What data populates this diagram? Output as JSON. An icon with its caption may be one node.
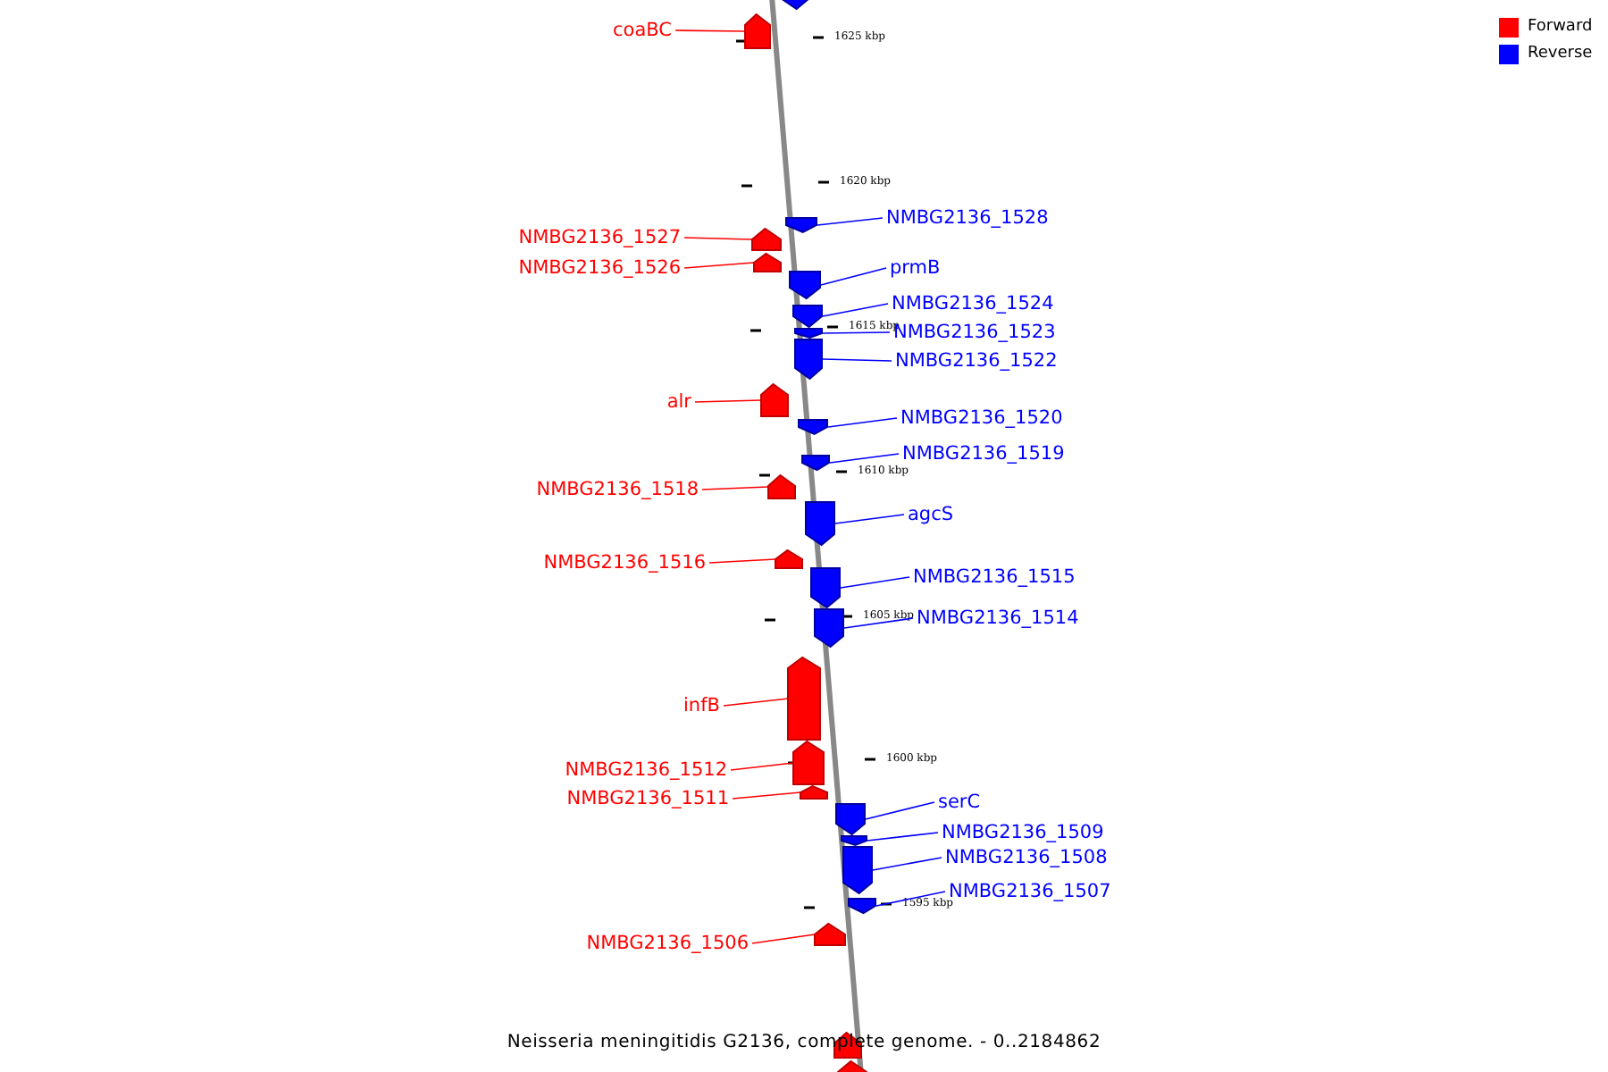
{
  "diagram": {
    "caption": "Neisseria meningitidis G2136, complete genome. - 0..2184862",
    "nodes": [
      {
        "text": [],
        "shape": "pentagon"
      },
      {
        "text": [
          "coaBC"
        ]
      },
      {
        "text": [],
        "shape": "pentagon"
      },
      {
        "text": [
          "NMBG2136_1528"
        ]
      },
      {
        "text": [],
        "shape": "pentagon"
      },
      {
        "text": [
          "NMBG2136_1527"
        ]
      },
      {
        "text": [],
        "shape": "pentagon"
      },
      {
        "text": [
          "NMBG2136_1526"
        ]
      },
      {
        "text": [],
        "shape": "pentagon"
      },
      {
        "text": [
          "prmB"
        ]
      },
      {
        "text": [],
        "shape": "pentagon"
      },
      {
        "text": [
          "NMBG2136_1524"
        ]
      },
      {
        "text": [],
        "shape": "pentagon"
      },
      {
        "text": [
          "NMBG2136_1523"
        ]
      },
      {
        "text": [],
        "shape": "pentagon"
      },
      {
        "text": [
          "NMBG2136_1522"
        ]
      },
      {
        "text": [],
        "shape": "pentagon"
      },
      {
        "text": [
          "alr"
        ]
      },
      {
        "text": [],
        "shape": "pentagon"
      },
      {
        "text": [
          "NMBG2136_1520"
        ]
      },
      {
        "text": [],
        "shape": "pentagon"
      },
      {
        "text": [
          "NMBG2136_1519"
        ]
      },
      {
        "text": [],
        "shape": "pentagon"
      },
      {
        "text": [
          "NMBG2136_1518"
        ]
      },
      {
        "text": [],
        "shape": "pentagon"
      },
      {
        "text": [
          "agcS"
        ]
      },
      {
        "text": [],
        "shape": "pentagon"
      },
      {
        "text": [
          "NMBG2136_1516"
        ]
      },
      {
        "text": [],
        "shape": "pentagon"
      },
      {
        "text": [
          "NMBG2136_1515"
        ]
      },
      {
        "text": [],
        "shape": "pentagon"
      },
      {
        "text": [
          "NMBG2136_1514"
        ]
      },
      {
        "text": [],
        "shape": "pentagon"
      },
      {
        "text": [
          "infB"
        ]
      },
      {
        "text": [],
        "shape": "pentagon"
      },
      {
        "text": [
          "NMBG2136_1512"
        ]
      },
      {
        "text": [],
        "shape": "pentagon"
      },
      {
        "text": [
          "NMBG2136_1511"
        ]
      },
      {
        "text": [],
        "shape": "pentagon"
      },
      {
        "text": [
          "serC"
        ]
      },
      {
        "text": [],
        "shape": "pentagon"
      },
      {
        "text": [
          "NMBG2136_1509"
        ]
      },
      {
        "text": [],
        "shape": "pentagon"
      },
      {
        "text": [
          "NMBG2136_1508"
        ]
      },
      {
        "text": [],
        "shape": "pentagon"
      },
      {
        "text": [
          "NMBG2136_1507"
        ]
      },
      {
        "text": [],
        "shape": "pentagon"
      },
      {
        "text": [
          "NMBG2136_1506"
        ]
      },
      {
        "text": [],
        "shape": "pentagon"
      },
      {
        "text": [],
        "shape": "pentagon"
      },
      {
        "text": [],
        "shape": "pentagon"
      }
    ],
    "edges": [
      {
        "from": 1,
        "to": 2,
        "arrow": "none",
        "color": "#ff0000"
      },
      {
        "from": 3,
        "to": 4,
        "arrow": "none",
        "color": "#0000ff"
      },
      {
        "from": 5,
        "to": 6,
        "arrow": "none",
        "color": "#ff0000"
      },
      {
        "from": 7,
        "to": 8,
        "arrow": "none",
        "color": "#ff0000"
      },
      {
        "from": 9,
        "to": 10,
        "arrow": "none",
        "color": "#0000ff"
      },
      {
        "from": 11,
        "to": 12,
        "arrow": "none",
        "color": "#0000ff"
      },
      {
        "from": 13,
        "to": 14,
        "arrow": "none",
        "color": "#0000ff"
      },
      {
        "from": 15,
        "to": 16,
        "arrow": "none",
        "color": "#0000ff"
      },
      {
        "from": 17,
        "to": 18,
        "arrow": "none",
        "color": "#ff0000"
      },
      {
        "from": 19,
        "to": 20,
        "arrow": "none",
        "color": "#0000ff"
      },
      {
        "from": 21,
        "to": 22,
        "arrow": "none",
        "color": "#0000ff"
      },
      {
        "from": 23,
        "to": 24,
        "arrow": "none",
        "color": "#ff0000"
      },
      {
        "from": 25,
        "to": 26,
        "arrow": "none",
        "color": "#0000ff"
      },
      {
        "from": 27,
        "to": 28,
        "arrow": "none",
        "color": "#ff0000"
      },
      {
        "from": 29,
        "to": 30,
        "arrow": "none",
        "color": "#0000ff"
      },
      {
        "from": 31,
        "to": 32,
        "arrow": "none",
        "color": "#0000ff"
      },
      {
        "from": 33,
        "to": 34,
        "arrow": "none",
        "color": "#ff0000"
      },
      {
        "from": 35,
        "to": 36,
        "arrow": "none",
        "color": "#ff0000"
      },
      {
        "from": 37,
        "to": 38,
        "arrow": "none",
        "color": "#ff0000"
      },
      {
        "from": 39,
        "to": 40,
        "arrow": "none",
        "color": "#0000ff"
      },
      {
        "from": 41,
        "to": 42,
        "arrow": "none",
        "color": "#0000ff"
      },
      {
        "from": 43,
        "to": 44,
        "arrow": "none",
        "color": "#0000ff"
      },
      {
        "from": 45,
        "to": 46,
        "arrow": "none",
        "color": "#0000ff"
      },
      {
        "from": 47,
        "to": 48,
        "arrow": "none",
        "color": "#ff0000"
      }
    ],
    "labels": [
      "1625 kbp",
      "1620 kbp",
      "1615 kbp",
      "1610 kbp",
      "1605 kbp",
      "1600 kbp",
      "1595 kbp"
    ],
    "legend": [
      {
        "text": "Forward",
        "color": "#ff0000"
      },
      {
        "text": "Reverse",
        "color": "#0000ff"
      }
    ]
  }
}
